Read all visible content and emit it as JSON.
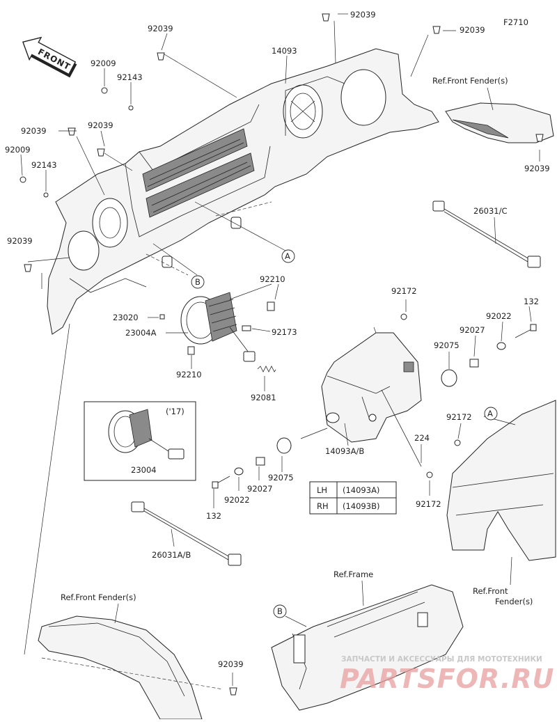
{
  "figure_code": "F2710",
  "front_arrow_label": "FRONT",
  "refs": {
    "front_fender_top": "Ref.Front Fender(s)",
    "frame": "Ref.Frame",
    "front_fender_bottom_left": "Ref.Front Fender(s)",
    "front_fender_right_line1": "Ref.Front",
    "front_fender_right_line2": "Fender(s)"
  },
  "callouts": [
    "A",
    "B",
    "A",
    "B"
  ],
  "parts": {
    "p92039_top_center": "92039",
    "p92039_top_right": "92039",
    "p92039_top_left": "92039",
    "p14093": "14093",
    "p92009_upper": "92009",
    "p92143_upper": "92143",
    "p92039_left_mid": "92039",
    "p92039_center_left": "92039",
    "p92009_lower": "92009",
    "p92143_lower": "92143",
    "p92039_left_low": "92039",
    "p92039_right_fender": "92039",
    "p26031c": "26031/C",
    "p92210_top": "92210",
    "p23020": "23020",
    "p23004a": "23004A",
    "p92173": "92173",
    "p92210_bottom": "92210",
    "p92081": "92081",
    "p92172_top": "92172",
    "p132_right": "132",
    "p92022_right": "92022",
    "p92027_right": "92027",
    "p92075_right": "92075",
    "p92172_right": "92172",
    "p224": "224",
    "p14093ab": "14093A/B",
    "p92172_bottom": "92172",
    "p92075_left": "92075",
    "p92027_left": "92027",
    "p92022_left": "92022",
    "p132_left": "132",
    "p23004": "23004",
    "year_note": "('17)",
    "p26031ab": "26031A/B",
    "p92039_bottom": "92039"
  },
  "side_table": {
    "rows": [
      {
        "side": "LH",
        "part": "(14093A)"
      },
      {
        "side": "RH",
        "part": "(14093B)"
      }
    ]
  },
  "watermark": {
    "line1": "ЗАПЧАСТИ И АКСЕССУАРЫ ДЛЯ МОТОТЕХНИКИ",
    "line2": "PARTSFOR.RU"
  },
  "colors": {
    "line": "#222222",
    "watermark_red": "#e8a0a0",
    "watermark_gray": "#c8c8c8"
  }
}
